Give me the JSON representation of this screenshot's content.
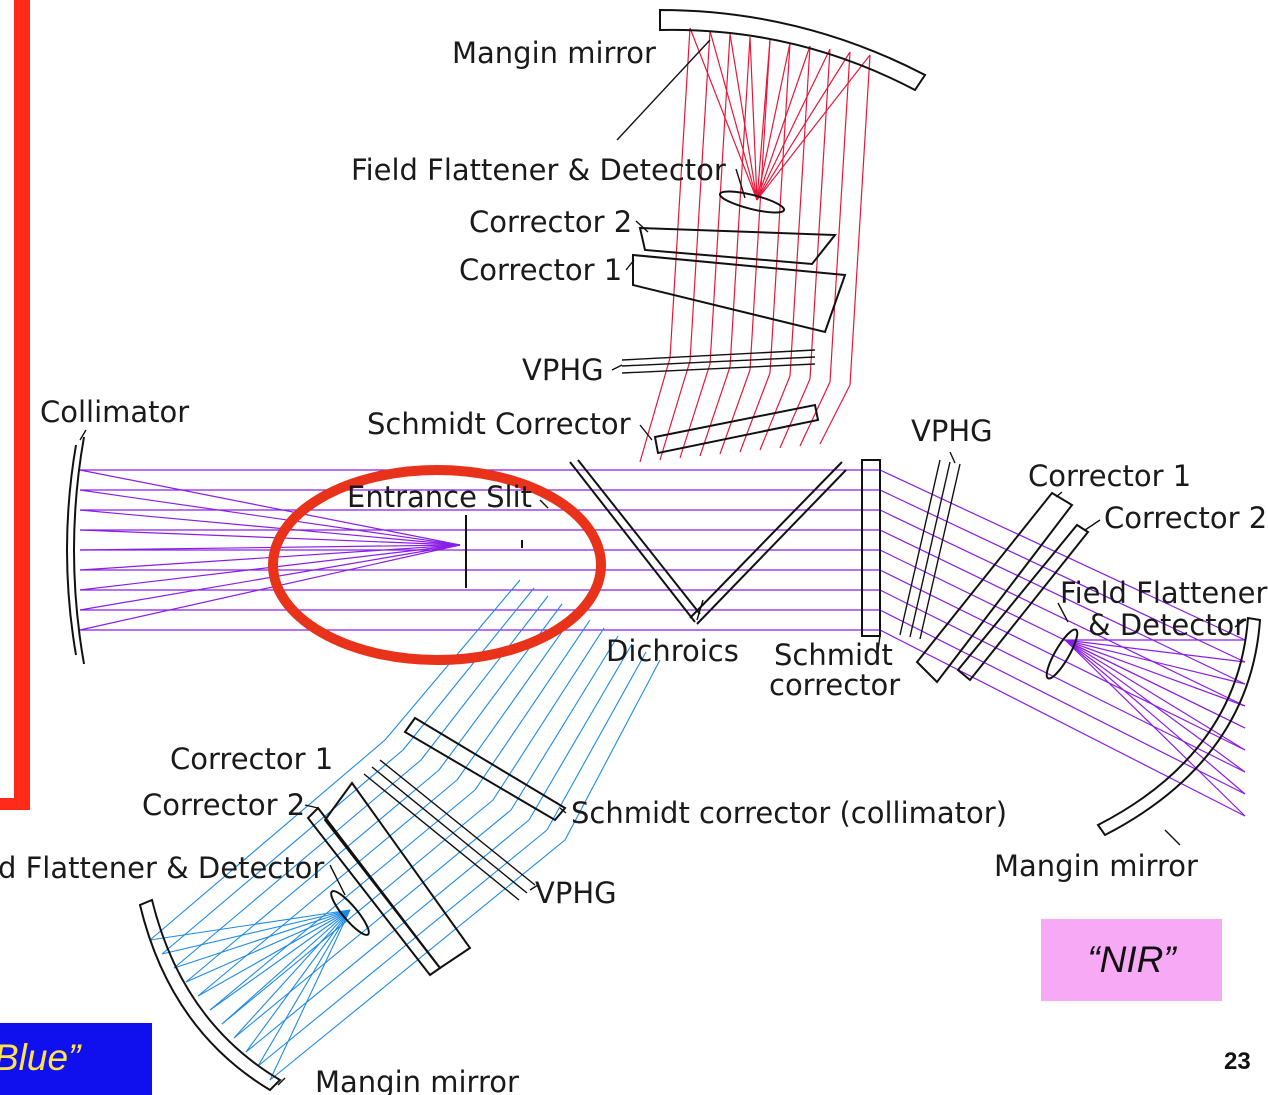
{
  "labels": {
    "mangin_mirror_top": "Mangin mirror",
    "field_flattener_top": "Field Flattener & Detector",
    "corrector2_top": "Corrector 2",
    "corrector1_top": "Corrector 1",
    "vphg_top": "VPHG",
    "collimator": "Collimator",
    "schmidt_corrector_center": "Schmidt Corrector",
    "entrance_slit": "Entrance Slit",
    "dichroics": "Dichroics",
    "schmidt_corrector_right_line1": "Schmidt",
    "schmidt_corrector_right_line2": "corrector",
    "vphg_right": "VPHG",
    "corrector1_right": "Corrector 1",
    "corrector2_right": "Corrector 2",
    "field_flattener_right_line1": "Field Flattener",
    "field_flattener_right_line2": "& Detector",
    "mangin_mirror_right": "Mangin mirror",
    "corrector1_bottom": "Corrector 1",
    "corrector2_bottom": "Corrector 2",
    "schmidt_corrector_collimator": "Schmidt corrector (collimator)",
    "field_flattener_bottom": "d Flattener & Detector",
    "vphg_bottom": "VPHG",
    "mangin_mirror_bottom": "Mangin mirror"
  },
  "badges": {
    "blue": "Blue”",
    "nir": "“NIR”"
  },
  "page_number": "23",
  "colors": {
    "red_arm": "#e8173a",
    "nir_arm": "#8a1ee6",
    "blue_arm": "#1e8ae6",
    "highlight_ring": "#e8321a",
    "blue_badge": "#1010ee",
    "nir_badge": "#f7a9f6",
    "left_bar": "#ff2a1a"
  }
}
